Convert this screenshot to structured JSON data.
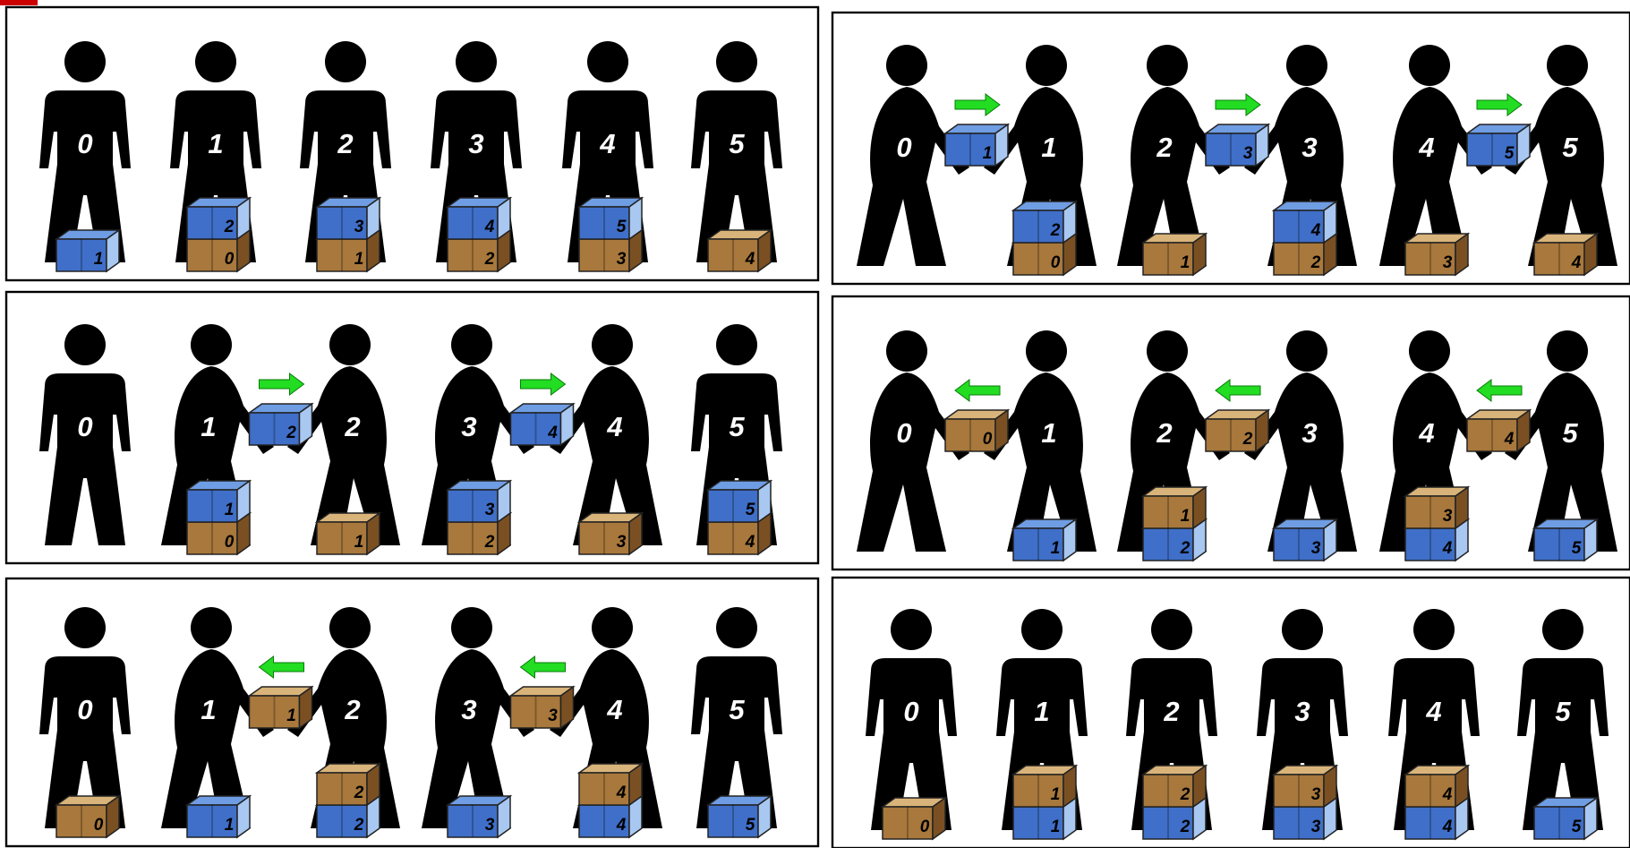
{
  "colors": {
    "person": "#000000",
    "arrow": "#22dd22",
    "blue_box": {
      "top": "#6f9de3",
      "front": "#3f6fc8",
      "side": "#a8c8f2"
    },
    "brown_box": {
      "top": "#d9b47a",
      "front": "#a8783c",
      "side": "#7a5023"
    },
    "accent": "#cc0000"
  },
  "panels": [
    {
      "id": "top-left",
      "people": [
        {
          "label": "0",
          "pose": "stand"
        },
        {
          "label": "1",
          "pose": "stand"
        },
        {
          "label": "2",
          "pose": "stand"
        },
        {
          "label": "3",
          "pose": "stand"
        },
        {
          "label": "4",
          "pose": "stand"
        },
        {
          "label": "5",
          "pose": "stand"
        }
      ],
      "stacks": [
        {
          "person": 0,
          "boxes": [
            {
              "color": "blue",
              "label": "1"
            }
          ]
        },
        {
          "person": 1,
          "boxes": [
            {
              "color": "brown",
              "label": "0"
            },
            {
              "color": "blue",
              "label": "2"
            }
          ]
        },
        {
          "person": 2,
          "boxes": [
            {
              "color": "brown",
              "label": "1"
            },
            {
              "color": "blue",
              "label": "3"
            }
          ]
        },
        {
          "person": 3,
          "boxes": [
            {
              "color": "brown",
              "label": "2"
            },
            {
              "color": "blue",
              "label": "4"
            }
          ]
        },
        {
          "person": 4,
          "boxes": [
            {
              "color": "brown",
              "label": "3"
            },
            {
              "color": "blue",
              "label": "5"
            }
          ]
        },
        {
          "person": 5,
          "boxes": [
            {
              "color": "brown",
              "label": "4"
            }
          ]
        }
      ],
      "handoffs": []
    },
    {
      "id": "top-right",
      "people": [
        {
          "label": "0",
          "pose": "give"
        },
        {
          "label": "1",
          "pose": "take"
        },
        {
          "label": "2",
          "pose": "give"
        },
        {
          "label": "3",
          "pose": "take"
        },
        {
          "label": "4",
          "pose": "give"
        },
        {
          "label": "5",
          "pose": "take"
        }
      ],
      "stacks": [
        {
          "person": 1,
          "boxes": [
            {
              "color": "brown",
              "label": "0"
            },
            {
              "color": "blue",
              "label": "2"
            }
          ]
        },
        {
          "person": 2,
          "boxes": [
            {
              "color": "brown",
              "label": "1"
            }
          ]
        },
        {
          "person": 3,
          "boxes": [
            {
              "color": "brown",
              "label": "2"
            },
            {
              "color": "blue",
              "label": "4"
            }
          ]
        },
        {
          "person": 4,
          "boxes": [
            {
              "color": "brown",
              "label": "3"
            }
          ]
        },
        {
          "person": 5,
          "boxes": [
            {
              "color": "brown",
              "label": "4"
            }
          ]
        }
      ],
      "handoffs": [
        {
          "from": 0,
          "to": 1,
          "box": {
            "color": "blue",
            "label": "1"
          },
          "direction": "right"
        },
        {
          "from": 2,
          "to": 3,
          "box": {
            "color": "blue",
            "label": "3"
          },
          "direction": "right"
        },
        {
          "from": 4,
          "to": 5,
          "box": {
            "color": "blue",
            "label": "5"
          },
          "direction": "right"
        }
      ]
    },
    {
      "id": "middle-left",
      "people": [
        {
          "label": "0",
          "pose": "stand"
        },
        {
          "label": "1",
          "pose": "give"
        },
        {
          "label": "2",
          "pose": "take"
        },
        {
          "label": "3",
          "pose": "give"
        },
        {
          "label": "4",
          "pose": "take"
        },
        {
          "label": "5",
          "pose": "stand"
        }
      ],
      "stacks": [
        {
          "person": 1,
          "boxes": [
            {
              "color": "brown",
              "label": "0"
            },
            {
              "color": "blue",
              "label": "1"
            }
          ]
        },
        {
          "person": 2,
          "boxes": [
            {
              "color": "brown",
              "label": "1"
            }
          ]
        },
        {
          "person": 3,
          "boxes": [
            {
              "color": "brown",
              "label": "2"
            },
            {
              "color": "blue",
              "label": "3"
            }
          ]
        },
        {
          "person": 4,
          "boxes": [
            {
              "color": "brown",
              "label": "3"
            }
          ]
        },
        {
          "person": 5,
          "boxes": [
            {
              "color": "brown",
              "label": "4"
            },
            {
              "color": "blue",
              "label": "5"
            }
          ]
        }
      ],
      "handoffs": [
        {
          "from": 1,
          "to": 2,
          "box": {
            "color": "blue",
            "label": "2"
          },
          "direction": "right"
        },
        {
          "from": 3,
          "to": 4,
          "box": {
            "color": "blue",
            "label": "4"
          },
          "direction": "right"
        }
      ]
    },
    {
      "id": "middle-right",
      "people": [
        {
          "label": "0",
          "pose": "give"
        },
        {
          "label": "1",
          "pose": "take"
        },
        {
          "label": "2",
          "pose": "give"
        },
        {
          "label": "3",
          "pose": "take"
        },
        {
          "label": "4",
          "pose": "give"
        },
        {
          "label": "5",
          "pose": "take"
        }
      ],
      "stacks": [
        {
          "person": 1,
          "boxes": [
            {
              "color": "blue",
              "label": "1"
            }
          ]
        },
        {
          "person": 2,
          "boxes": [
            {
              "color": "blue",
              "label": "2"
            },
            {
              "color": "brown",
              "label": "1"
            }
          ]
        },
        {
          "person": 3,
          "boxes": [
            {
              "color": "blue",
              "label": "3"
            }
          ]
        },
        {
          "person": 4,
          "boxes": [
            {
              "color": "blue",
              "label": "4"
            },
            {
              "color": "brown",
              "label": "3"
            }
          ]
        },
        {
          "person": 5,
          "boxes": [
            {
              "color": "blue",
              "label": "5"
            }
          ]
        }
      ],
      "handoffs": [
        {
          "from": 1,
          "to": 0,
          "box": {
            "color": "brown",
            "label": "0"
          },
          "direction": "left"
        },
        {
          "from": 3,
          "to": 2,
          "box": {
            "color": "brown",
            "label": "2"
          },
          "direction": "left"
        },
        {
          "from": 5,
          "to": 4,
          "box": {
            "color": "brown",
            "label": "4"
          },
          "direction": "left"
        }
      ]
    },
    {
      "id": "bottom-left",
      "people": [
        {
          "label": "0",
          "pose": "stand"
        },
        {
          "label": "1",
          "pose": "give"
        },
        {
          "label": "2",
          "pose": "take"
        },
        {
          "label": "3",
          "pose": "give"
        },
        {
          "label": "4",
          "pose": "take"
        },
        {
          "label": "5",
          "pose": "stand"
        }
      ],
      "stacks": [
        {
          "person": 0,
          "boxes": [
            {
              "color": "brown",
              "label": "0"
            }
          ]
        },
        {
          "person": 1,
          "boxes": [
            {
              "color": "blue",
              "label": "1"
            }
          ]
        },
        {
          "person": 2,
          "boxes": [
            {
              "color": "blue",
              "label": "2"
            },
            {
              "color": "brown",
              "label": "2"
            }
          ]
        },
        {
          "person": 3,
          "boxes": [
            {
              "color": "blue",
              "label": "3"
            }
          ]
        },
        {
          "person": 4,
          "boxes": [
            {
              "color": "blue",
              "label": "4"
            },
            {
              "color": "brown",
              "label": "4"
            }
          ]
        },
        {
          "person": 5,
          "boxes": [
            {
              "color": "blue",
              "label": "5"
            }
          ]
        }
      ],
      "handoffs": [
        {
          "from": 2,
          "to": 1,
          "box": {
            "color": "brown",
            "label": "1"
          },
          "direction": "left"
        },
        {
          "from": 4,
          "to": 3,
          "box": {
            "color": "brown",
            "label": "3"
          },
          "direction": "left"
        }
      ]
    },
    {
      "id": "bottom-right",
      "people": [
        {
          "label": "0",
          "pose": "stand"
        },
        {
          "label": "1",
          "pose": "stand"
        },
        {
          "label": "2",
          "pose": "stand"
        },
        {
          "label": "3",
          "pose": "stand"
        },
        {
          "label": "4",
          "pose": "stand"
        },
        {
          "label": "5",
          "pose": "stand"
        }
      ],
      "stacks": [
        {
          "person": 0,
          "boxes": [
            {
              "color": "brown",
              "label": "0"
            }
          ]
        },
        {
          "person": 1,
          "boxes": [
            {
              "color": "blue",
              "label": "1"
            },
            {
              "color": "brown",
              "label": "1"
            }
          ]
        },
        {
          "person": 2,
          "boxes": [
            {
              "color": "blue",
              "label": "2"
            },
            {
              "color": "brown",
              "label": "2"
            }
          ]
        },
        {
          "person": 3,
          "boxes": [
            {
              "color": "blue",
              "label": "3"
            },
            {
              "color": "brown",
              "label": "3"
            }
          ]
        },
        {
          "person": 4,
          "boxes": [
            {
              "color": "blue",
              "label": "4"
            },
            {
              "color": "brown",
              "label": "4"
            }
          ]
        },
        {
          "person": 5,
          "boxes": [
            {
              "color": "blue",
              "label": "5"
            }
          ]
        }
      ],
      "handoffs": []
    }
  ]
}
